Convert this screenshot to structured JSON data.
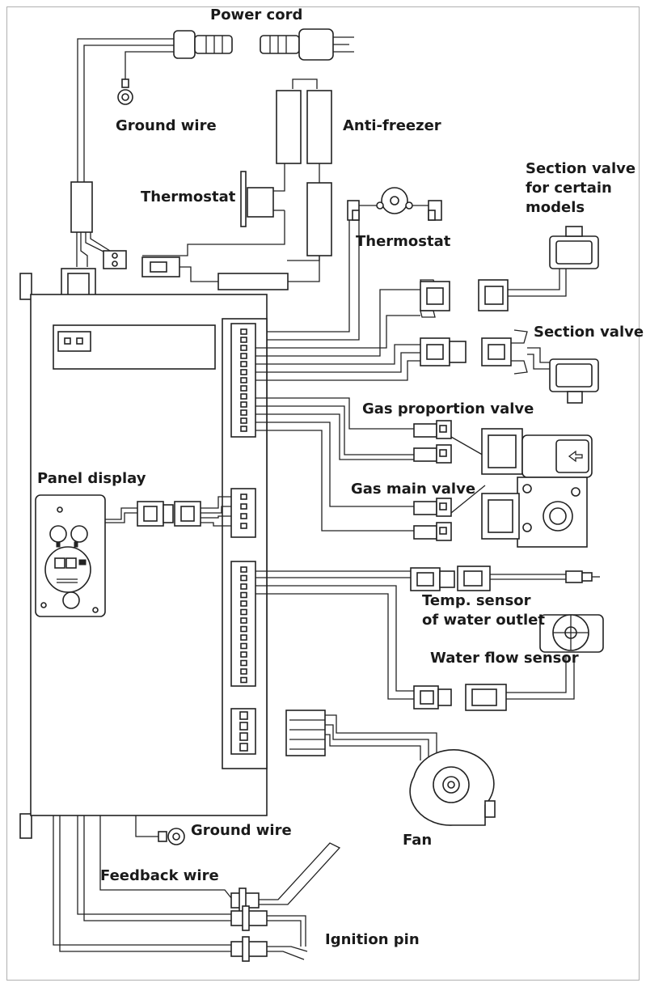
{
  "labels": {
    "power_cord": "Power cord",
    "ground_wire_top": "Ground wire",
    "anti_freezer": "Anti-freezer",
    "thermostat_left": "Thermostat",
    "thermostat_right": "Thermostat",
    "section_valve_certain_line1": "Section valve",
    "section_valve_certain_line2": "for certain",
    "section_valve_certain_line3": "models",
    "section_valve": "Section valve",
    "gas_proportion_valve": "Gas proportion valve",
    "panel_display": "Panel display",
    "gas_main_valve": "Gas main valve",
    "temp_sensor_line1": "Temp. sensor",
    "temp_sensor_line2": "of water outlet",
    "water_flow_sensor": "Water flow sensor",
    "fan": "Fan",
    "ground_wire_bottom": "Ground wire",
    "feedback_wire": "Feedback wire",
    "ignition_pin": "Ignition pin"
  },
  "colors": {
    "line": "#222222",
    "background": "#ffffff",
    "frame": "#b0b0b0"
  }
}
